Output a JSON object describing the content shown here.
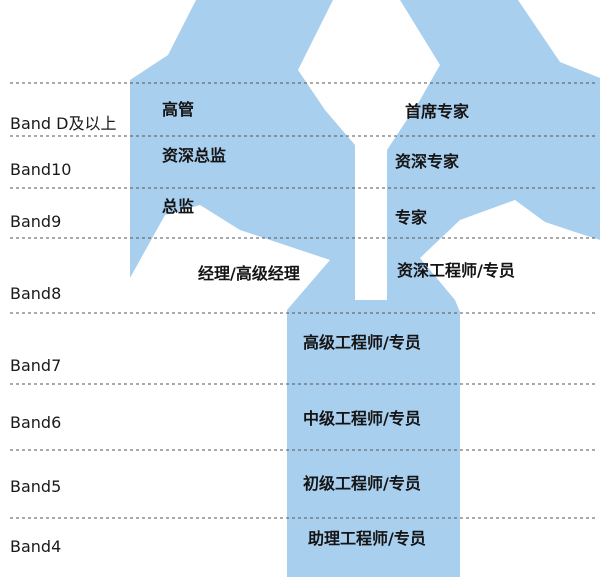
{
  "colors": {
    "shape_fill": "#a9cfef",
    "divider": "#555555",
    "text": "#141414"
  },
  "bands": [
    "Band D及以上",
    "Band10",
    "Band9",
    "Band8",
    "Band7",
    "Band6",
    "Band5",
    "Band4"
  ],
  "management_track": {
    "top_management": "高管",
    "senior_director": "资深总监",
    "director": "总监",
    "manager": "经理/高级经理"
  },
  "professional_track": {
    "chief_expert": "首席专家",
    "senior_expert": "资深专家",
    "expert": "专家",
    "senior_engineer_staff": "资深工程师/专员"
  },
  "common_track": {
    "senior_engineer": "高级工程师/专员",
    "mid_engineer": "中级工程师/专员",
    "junior_engineer": "初级工程师/专员",
    "assistant_engineer": "助理工程师/专员"
  }
}
